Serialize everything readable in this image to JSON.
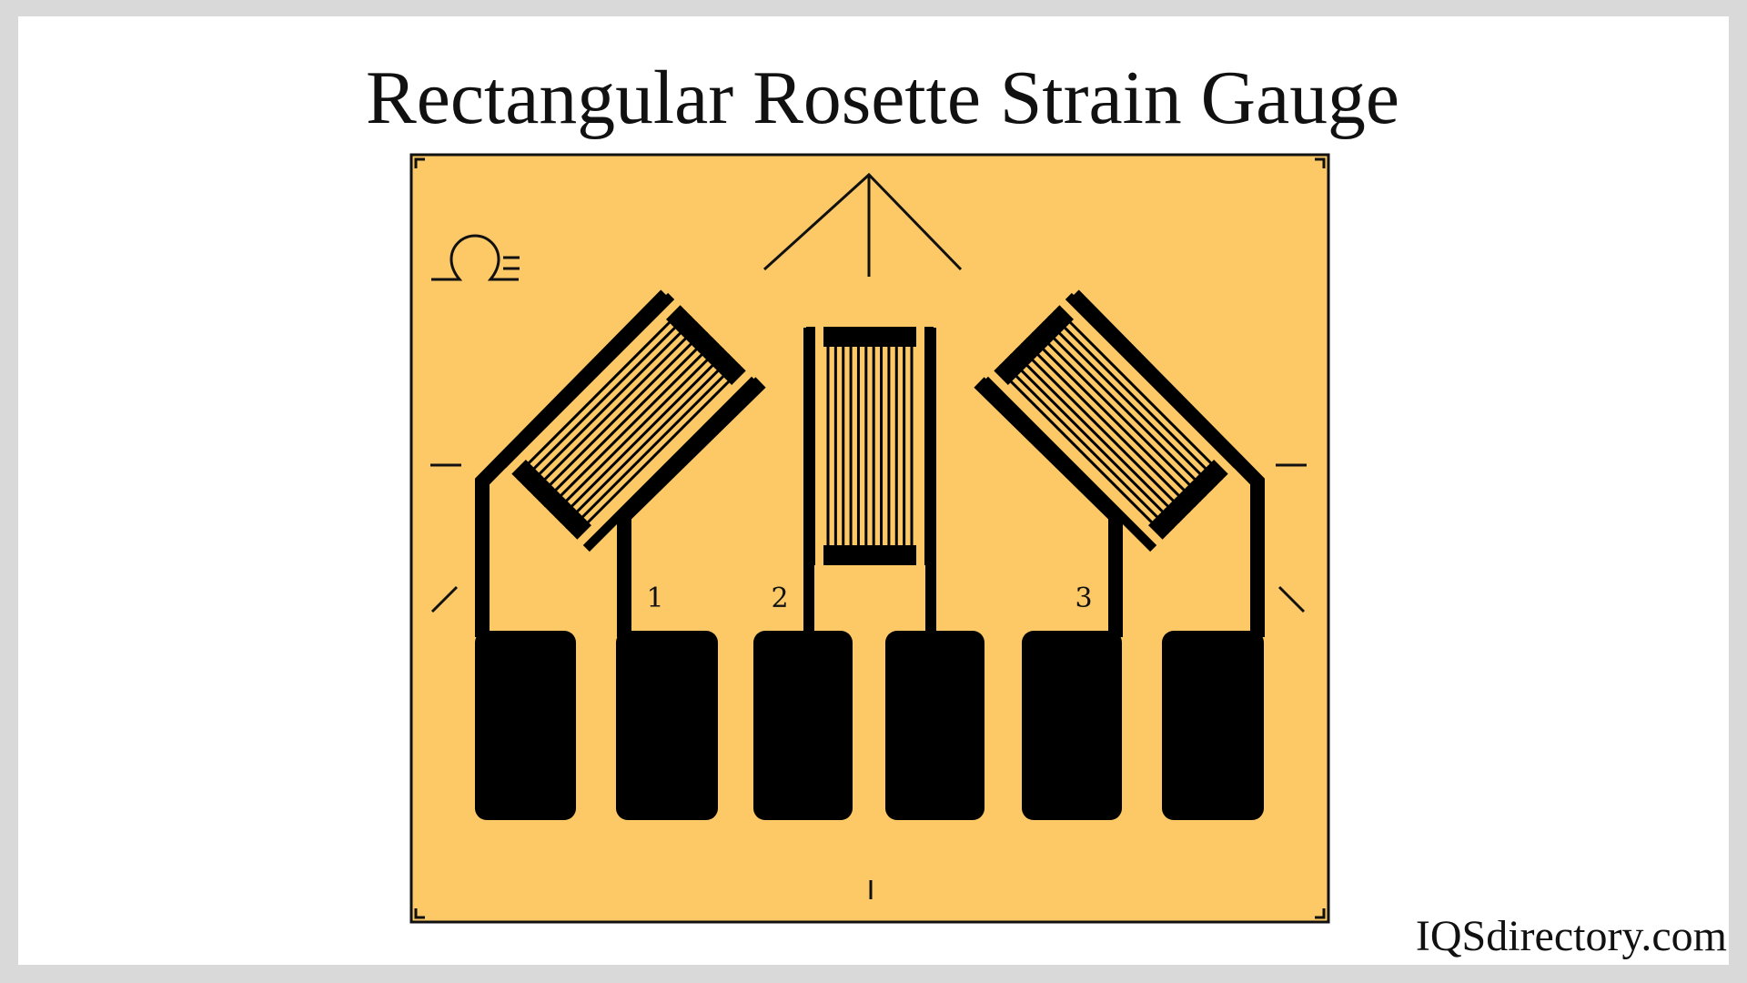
{
  "title": "Rectangular Rosette Strain Gauge",
  "grid_labels": [
    "1",
    "2",
    "3"
  ],
  "watermark": "IQSdirectory.com",
  "symbols": [
    "omega-icon",
    "orientation-arrow-icon"
  ],
  "colors": {
    "backing": "#fdc966",
    "ink": "#000000",
    "frame": "#d9d9d9"
  }
}
